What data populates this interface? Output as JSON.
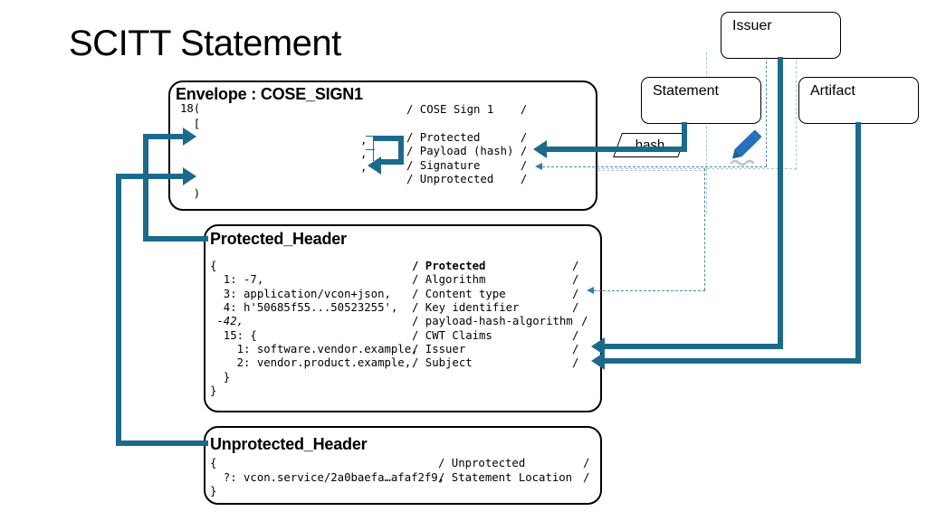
{
  "page": {
    "title": "SCITT Statement"
  },
  "colors": {
    "connector": "#1b6a8c",
    "dashed": "#4a89a8",
    "pencil": "#2570b8",
    "box_border": "#000000",
    "background": "#ffffff"
  },
  "envelope": {
    "title": "Envelope : COSE_SIGN1",
    "left_lines": [
      "18(",
      "  [",
      "",
      "",
      "",
      "  )"
    ],
    "left_col": {
      "l1": "18(",
      "l2": "  [",
      "l6": "  )"
    },
    "commas": [
      ",",
      ",",
      ","
    ],
    "comment_lines": [
      "/ COSE Sign 1    /",
      "/ Protected      /",
      "/ Payload (hash) /",
      "/ Signature      /",
      "/ Unprotected    /"
    ]
  },
  "protected_header": {
    "title": "Protected_Header",
    "rows": [
      {
        "value": "{",
        "comment": "/ Protected",
        "trail": "/",
        "bold_comment": true
      },
      {
        "value": "  1: -7,",
        "comment": "/ Algorithm",
        "trail": "/",
        "bold_comment": false
      },
      {
        "value": "  3: application/vcon+json,",
        "comment": "/ Content type",
        "trail": "/",
        "bold_comment": false
      },
      {
        "value": "  4: h'50685f55...50523255',",
        "comment": "/ Key identifier",
        "trail": "/",
        "bold_comment": false
      },
      {
        "value": " -42,",
        "comment": "/ payload-hash-algorithm",
        "trail": "/",
        "bold_comment": false,
        "italic_value": true
      },
      {
        "value": "  15: {",
        "comment": "/ CWT Claims",
        "trail": "/",
        "bold_comment": false
      },
      {
        "value": "    1: software.vendor.example,",
        "comment": "/ Issuer",
        "trail": "/",
        "bold_comment": false
      },
      {
        "value": "    2: vendor.product.example,",
        "comment": "/ Subject",
        "trail": "/",
        "bold_comment": false
      },
      {
        "value": "  }",
        "comment": "",
        "trail": "",
        "bold_comment": false
      },
      {
        "value": "}",
        "comment": "",
        "trail": "",
        "bold_comment": false
      }
    ]
  },
  "unprotected_header": {
    "title": "Unprotected_Header",
    "rows": [
      {
        "value": "{",
        "comment": "/ Unprotected",
        "trail": "/"
      },
      {
        "value": "  ?: vcon.service/2a0baefa…afaf2f9,",
        "comment": "/ Statement Location",
        "trail": "/"
      },
      {
        "value": "}",
        "comment": "",
        "trail": ""
      }
    ]
  },
  "actors": {
    "issuer": "Issuer",
    "statement": "Statement",
    "artifact": "Artifact"
  },
  "hash": {
    "label": "hash"
  },
  "icons": {
    "pencil": "pencil-icon"
  }
}
